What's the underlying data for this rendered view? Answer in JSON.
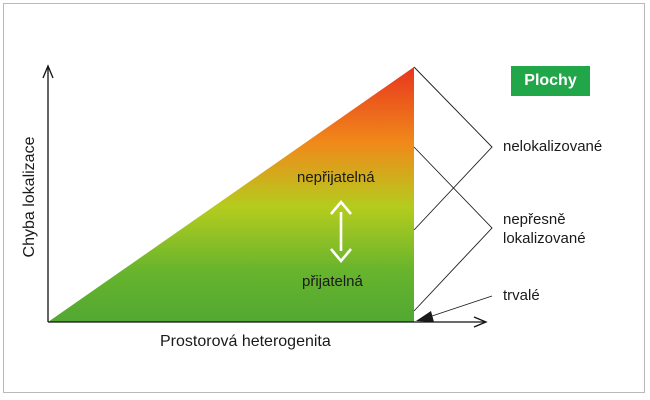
{
  "title": "",
  "badge": {
    "label": "Plochy",
    "color": "#22a64a"
  },
  "axes": {
    "y_label": "Chyba lokalizace",
    "x_label": "Prostorová heterogenita"
  },
  "zones": {
    "upper_label": "nepřijatelná",
    "lower_label": "přijatelná",
    "gradient_colors": [
      "#e8351e",
      "#f08a1a",
      "#b4cc1e",
      "#67b42d",
      "#52a832"
    ]
  },
  "categories": [
    {
      "label_lines": [
        "nelokalizované"
      ]
    },
    {
      "label_lines": [
        "nepřesně",
        "lokalizované"
      ]
    },
    {
      "label_lines": [
        "trvalé"
      ]
    }
  ],
  "icons": {
    "double_arrow": "double-headed-vertical-arrow",
    "pointer_arrow": "pointer-arrow"
  }
}
